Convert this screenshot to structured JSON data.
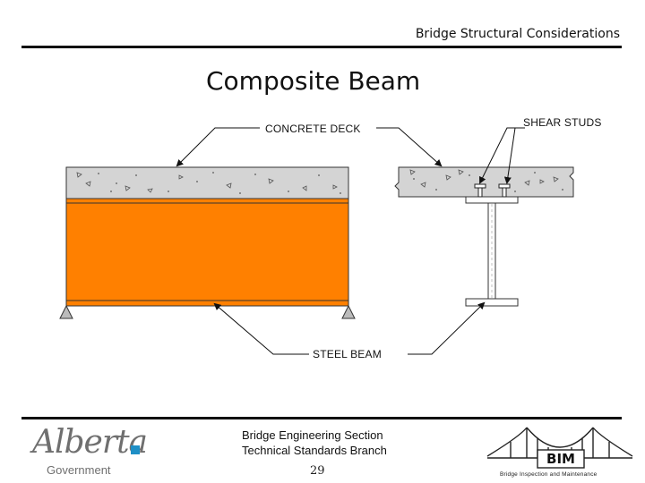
{
  "header": {
    "title": "Bridge Structural Considerations"
  },
  "slide": {
    "title": "Composite Beam"
  },
  "labels": {
    "concrete_deck": "CONCRETE DECK",
    "shear_studs": "SHEAR STUDS",
    "steel_beam": "STEEL BEAM"
  },
  "footer": {
    "section": "Bridge Engineering Section",
    "branch": "Technical Standards Branch",
    "page": "29",
    "logo_alberta": "Alberta",
    "logo_government": "Government",
    "bim_text": "BIM",
    "bim_caption": "Bridge Inspection and Maintenance"
  },
  "colors": {
    "concrete": "#d4d4d4",
    "steel_orange": "#ff8000",
    "alberta_blue": "#1e8fc6",
    "logo_gray": "#6f6f6f"
  }
}
